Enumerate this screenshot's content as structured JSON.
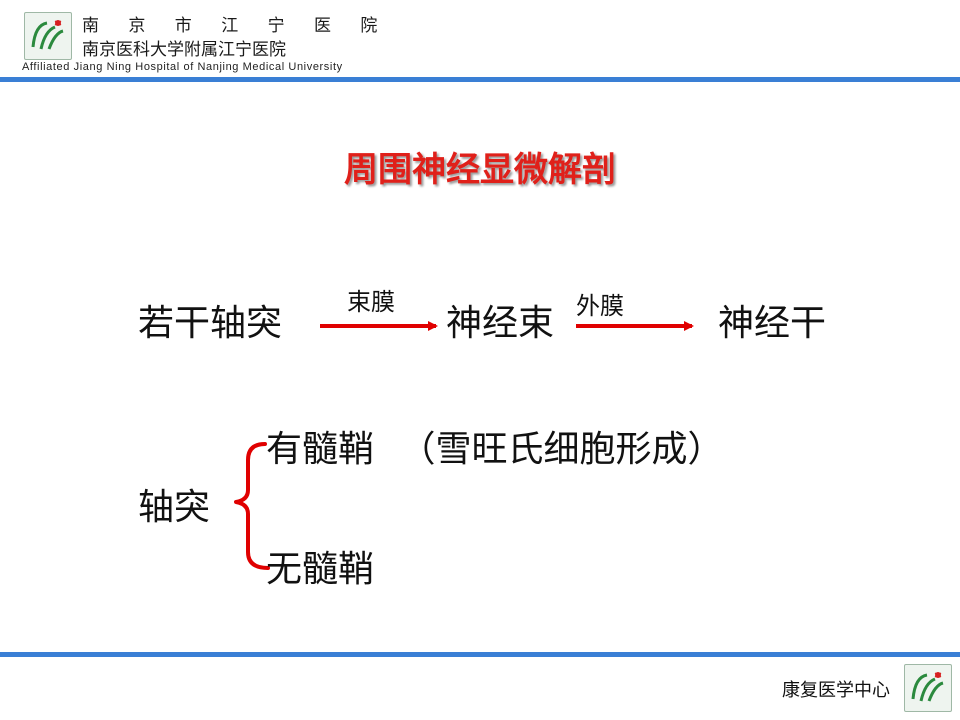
{
  "header": {
    "hospital_name": "南 京 市 江 宁 医 院",
    "hospital_affiliation": "南京医科大学附属江宁医院",
    "hospital_english": "Affiliated Jiang Ning Hospital of Nanjing Medical University"
  },
  "slide": {
    "title": "周围神经显微解剖",
    "flow": {
      "step1": "若干轴突",
      "arrow1_label": "束膜",
      "step2": "神经束",
      "arrow2_label": "外膜",
      "step3": "神经干"
    },
    "classification": {
      "root": "轴突",
      "branch_top": "有髓鞘",
      "branch_top_note": "（雪旺氏细胞形成）",
      "branch_bottom": "无髓鞘"
    }
  },
  "footer": {
    "center_name": "康复医学中心"
  },
  "colors": {
    "accent_blue": "#3a7fd5",
    "title_red": "#e0201a",
    "arrow_red": "#e00000"
  },
  "icons": [
    "hospital-logo-icon",
    "arrow-right-icon",
    "curly-brace-icon"
  ]
}
